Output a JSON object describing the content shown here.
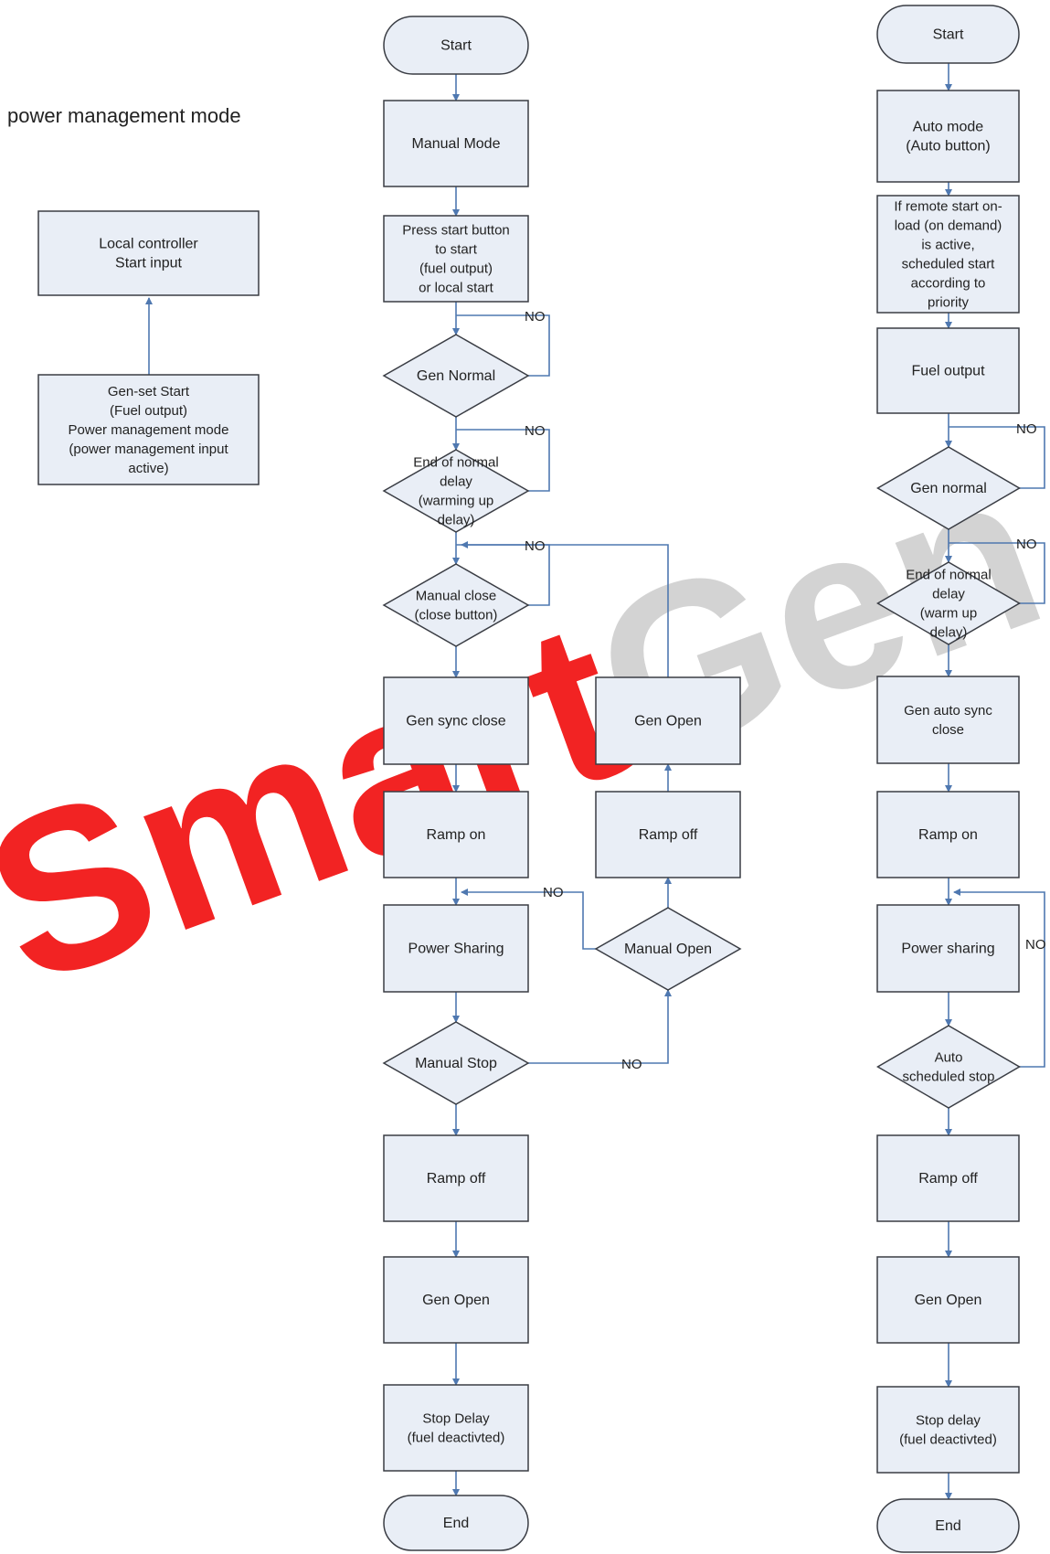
{
  "title": "power management mode",
  "watermark": "SmartGen",
  "colors": {
    "box_fill": "#e9eef6",
    "box_stroke": "#3a3d44",
    "arrow": "#4f78b0",
    "watermark_red": "#f10c0c",
    "watermark_gray": "#cfcfcf"
  },
  "left": {
    "top": [
      "Local controller",
      "Start input"
    ],
    "bottom": [
      "Gen-set Start",
      "(Fuel output)",
      "Power management mode",
      "(power management input",
      "active)"
    ]
  },
  "manual": {
    "start": "Start",
    "manual_mode": "Manual Mode",
    "press_start": [
      "Press start button",
      "to start",
      "(fuel output)",
      "or local start"
    ],
    "gen_normal": "Gen Normal",
    "end_normal_delay": [
      "End of normal",
      "delay",
      "(warming up",
      "delay)"
    ],
    "manual_close": [
      "Manual close",
      "(close button)"
    ],
    "gen_sync_close": "Gen sync close",
    "ramp_on": "Ramp on",
    "power_sharing": "Power Sharing",
    "manual_stop": "Manual Stop",
    "ramp_off": "Ramp off",
    "gen_open": "Gen Open",
    "stop_delay": [
      "Stop Delay",
      "(fuel deactivted)"
    ],
    "end": "End",
    "branch_gen_open": "Gen Open",
    "branch_ramp_off": "Ramp off",
    "branch_manual_open": "Manual Open",
    "no": "NO"
  },
  "auto": {
    "start": "Start",
    "auto_mode": [
      "Auto mode",
      "(Auto button)"
    ],
    "remote_start": [
      "If remote start on-",
      "load (on demand)",
      "is active,",
      "scheduled start",
      "according to",
      "priority"
    ],
    "fuel_output": "Fuel output",
    "gen_normal": "Gen normal",
    "end_normal_delay": [
      "End of normal",
      "delay",
      "(warm up",
      "delay)"
    ],
    "gen_auto_sync_close": [
      "Gen auto sync",
      "close"
    ],
    "ramp_on": "Ramp on",
    "power_sharing": "Power sharing",
    "auto_scheduled_stop": [
      "Auto",
      "scheduled stop"
    ],
    "ramp_off": "Ramp off",
    "gen_open": "Gen Open",
    "stop_delay": [
      "Stop delay",
      "(fuel deactivted)"
    ],
    "end": "End",
    "no": "NO"
  }
}
